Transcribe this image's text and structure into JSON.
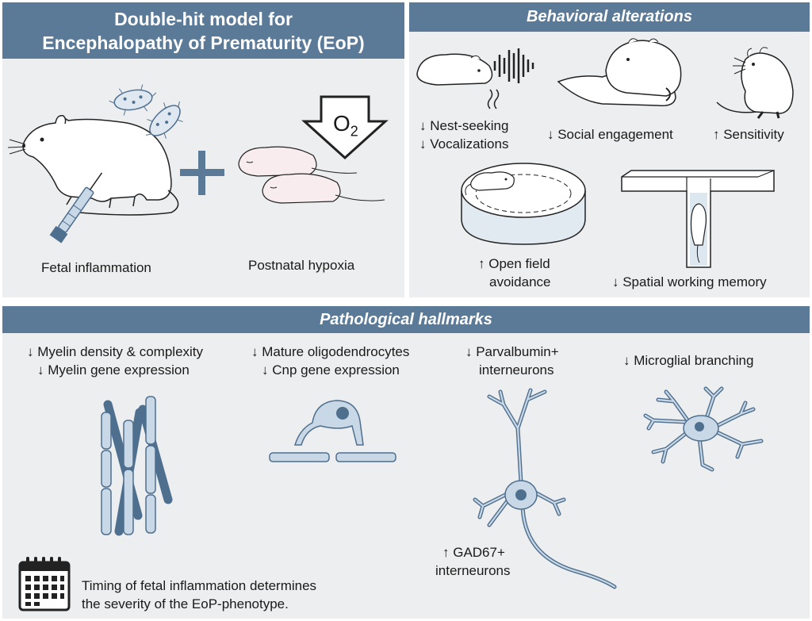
{
  "colors": {
    "header_bg": "#5a7a98",
    "panel_bg": "#eceef0",
    "cell_fill": "#c8d8e6",
    "cell_stroke": "#4f6f8e",
    "nucleus": "#4f6f8e",
    "plus": "#5a7a98",
    "pup_skin": "#f9ecee"
  },
  "model": {
    "title_line1": "Double-hit model for",
    "title_line2": "Encephalopathy of Prematurity (EoP)",
    "fetal_label": "Fetal inflammation",
    "hypoxia_label": "Postnatal hypoxia",
    "oxygen_symbol": "O",
    "oxygen_subscript": "2"
  },
  "behavior": {
    "title": "Behavioral alterations",
    "nest_seeking": "↓ Nest-seeking",
    "vocalizations": "↓ Vocalizations",
    "social": "↓ Social engagement",
    "sensitivity": "↑ Sensitivity",
    "open_field_1": "↑ Open field",
    "open_field_2": "avoidance",
    "spatial": "↓ Spatial working memory"
  },
  "pathology": {
    "title": "Pathological hallmarks",
    "myelin_density": "↓ Myelin density & complexity",
    "myelin_gene": "↓ Myelin gene expression",
    "mature_oligo": "↓ Mature oligodendrocytes",
    "cnp_gene": "↓ Cnp gene expression",
    "parvalbumin_1": "↓ Parvalbumin+",
    "parvalbumin_2": "interneurons",
    "microglial": "↓ Microglial branching",
    "gad67_1": "↑ GAD67+",
    "gad67_2": "interneurons",
    "timing_1": "Timing of fetal inflammation determines",
    "timing_2": "the severity of the EoP-phenotype."
  }
}
